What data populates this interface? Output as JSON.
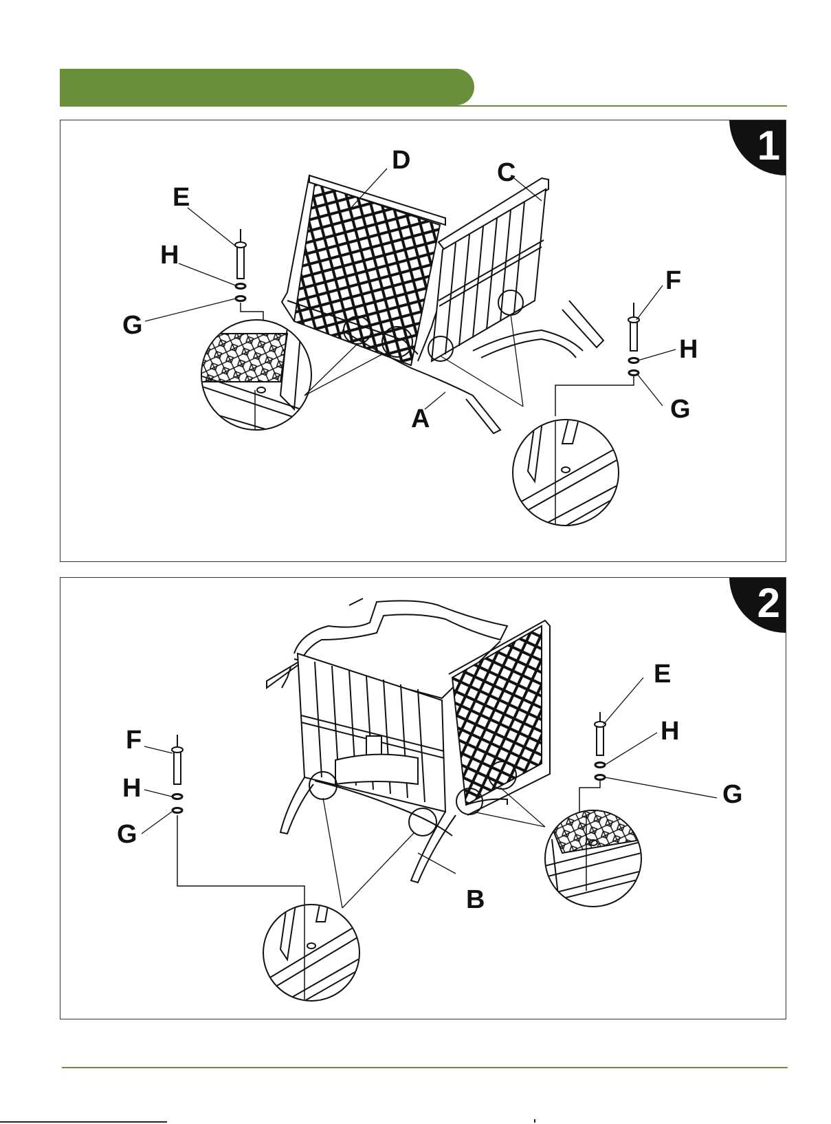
{
  "steps": [
    {
      "number": "1",
      "labels": {
        "d": "D",
        "c": "C",
        "e": "E",
        "h": "H",
        "g": "G",
        "f": "F",
        "h2": "H",
        "g2": "G",
        "a": "A"
      }
    },
    {
      "number": "2",
      "labels": {
        "e": "E",
        "h": "H",
        "g": "G",
        "f": "F",
        "h2": "H",
        "g2": "G",
        "b": "B"
      }
    }
  ],
  "colors": {
    "accent": "#6a8f3a",
    "badge": "#111111"
  }
}
